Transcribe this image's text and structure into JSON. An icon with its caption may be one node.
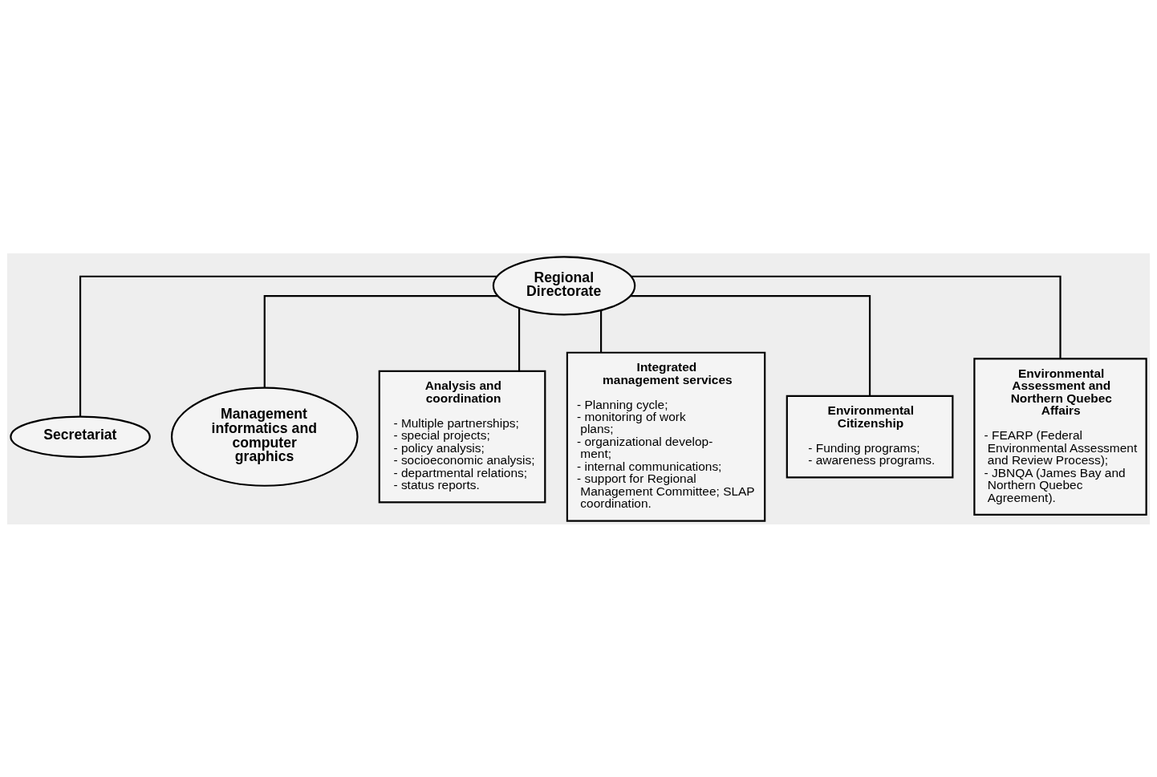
{
  "diagram": {
    "nodes": [
      {
        "text": [
          "Regional Directorate"
        ]
      },
      {
        "text": [
          "Secretariat"
        ]
      },
      {
        "text": [
          "Management informatics and computer graphics"
        ]
      },
      {
        "text": [
          "Analysis and coordination",
          "- Multiple partnerships;",
          "- special projects;",
          "- policy analysis;",
          "- socioeconomic analysis;",
          "- departmental relations;",
          "- status reports."
        ]
      },
      {
        "text": [
          "Integrated management services",
          "- Planning cycle;",
          "- monitoring of work plans;",
          "- organizational develop- ment;",
          "- internal communications;",
          "- support for Regional Management Committee; SLAP coordination."
        ]
      },
      {
        "text": [
          "Environmental Citizenship",
          "- Funding programs;",
          "- awareness programs."
        ]
      },
      {
        "text": [
          "Environmental Assessment and Northern Quebec Affairs",
          "- FEARP (Federal Environmental Assessment and Review Process);",
          "- JBNQA (James Bay and Northern Quebec Agreement)."
        ]
      }
    ],
    "edges": [
      {
        "from": 0,
        "to": 1,
        "arrow": "none"
      },
      {
        "from": 0,
        "to": 2,
        "arrow": "none"
      },
      {
        "from": 0,
        "to": 3,
        "arrow": "none"
      },
      {
        "from": 0,
        "to": 4,
        "arrow": "none"
      },
      {
        "from": 0,
        "to": 5,
        "arrow": "none"
      },
      {
        "from": 0,
        "to": 6,
        "arrow": "none"
      }
    ]
  }
}
